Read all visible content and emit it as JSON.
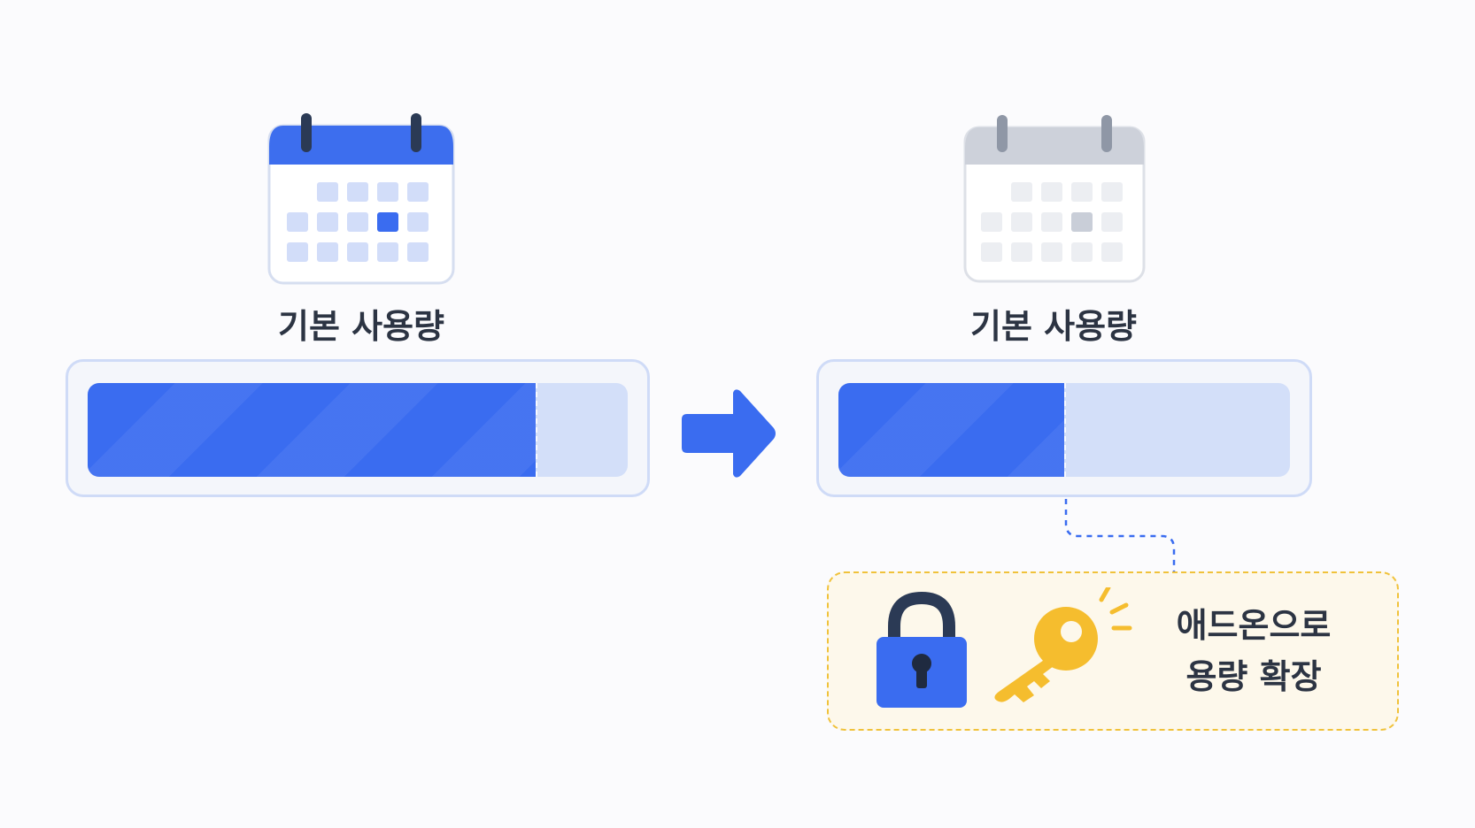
{
  "left": {
    "label": "기본 사용량",
    "usage_fraction": 0.83
  },
  "right": {
    "label": "기본 사용량",
    "usage_fraction": 0.5
  },
  "addon": {
    "line1": "애드온으로",
    "line2": "용량 확장"
  },
  "colors": {
    "accent": "#3a6cf0",
    "track": "#d3dff9",
    "inactive": "#c9ced8",
    "key": "#f5bd2e",
    "addon_border": "#f0c23b"
  },
  "icons": [
    "calendar-icon",
    "calendar-icon",
    "arrow-right-icon",
    "lock-icon",
    "key-icon"
  ]
}
